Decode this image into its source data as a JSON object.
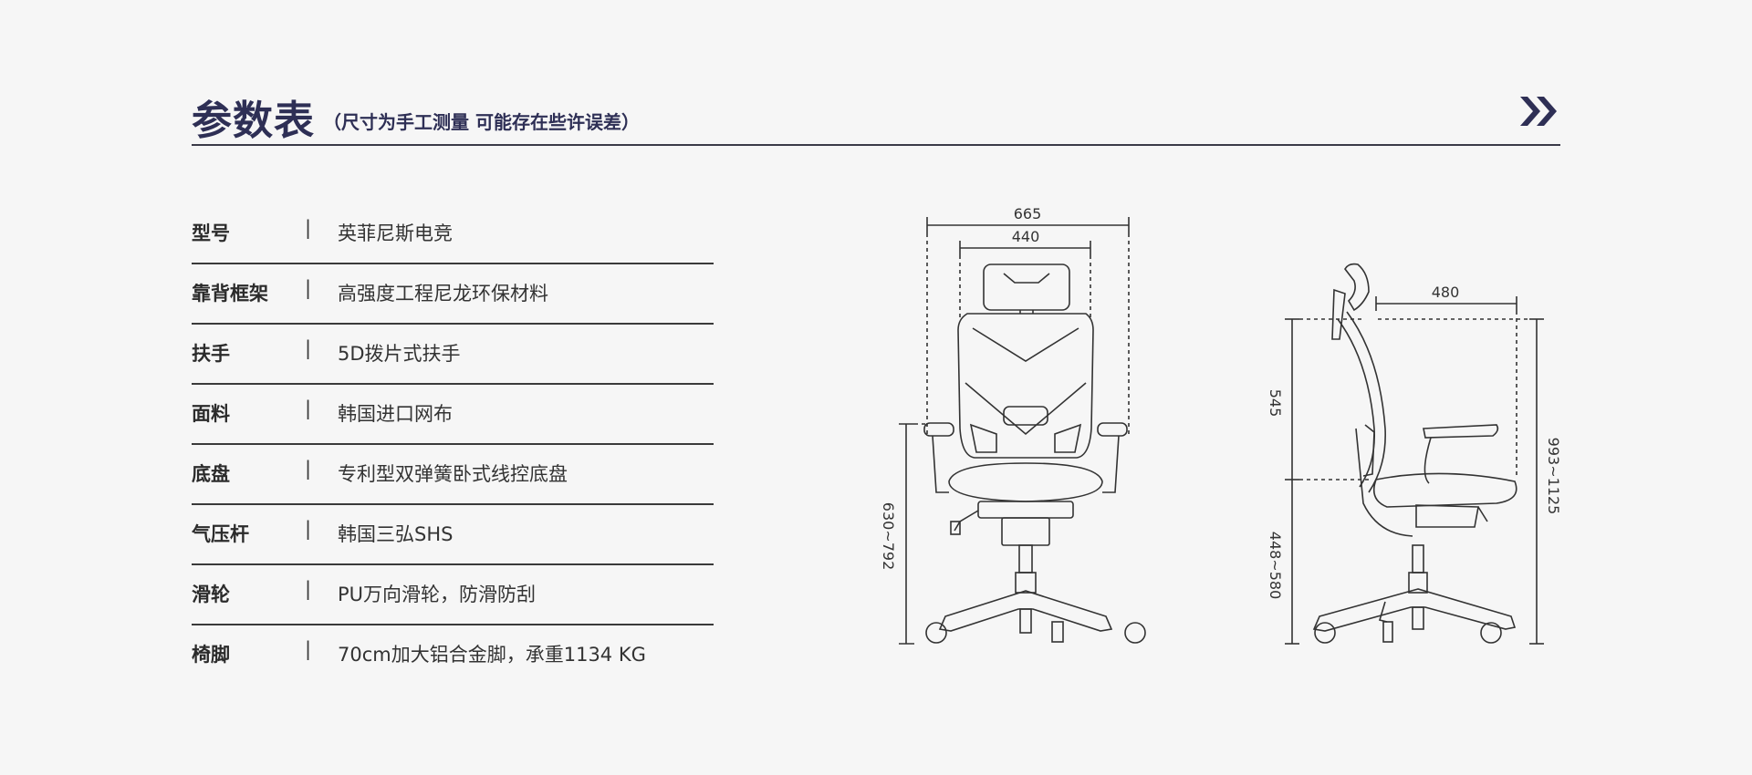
{
  "header": {
    "title": "参数表",
    "subtitle": "（尺寸为手工测量 可能存在些许误差）",
    "icon": "double-chevron-right-icon"
  },
  "specs": [
    {
      "label": "型号",
      "separator": "|",
      "value": "英菲尼斯电竞"
    },
    {
      "label": "靠背框架",
      "separator": "|",
      "value": "高强度工程尼龙环保材料"
    },
    {
      "label": "扶手",
      "separator": "|",
      "value": " 5D拨片式扶手"
    },
    {
      "label": "面料",
      "separator": "|",
      "value": "韩国进口网布"
    },
    {
      "label": "底盘",
      "separator": "|",
      "value": "专利型双弹簧卧式线控底盘"
    },
    {
      "label": "气压杆",
      "separator": "|",
      "value": "韩国三弘SHS"
    },
    {
      "label": "滑轮",
      "separator": "|",
      "value": "PU万向滑轮，防滑防刮"
    },
    {
      "label": "椅脚",
      "separator": "|",
      "value": "70cm加大铝合金脚，承重1134 KG"
    }
  ],
  "dimensions": {
    "front": {
      "overall_width": "665",
      "back_width": "440",
      "armrest_height": "630~792"
    },
    "side": {
      "depth": "480",
      "back_height": "545",
      "seat_height": "448~580",
      "total_height": "993~1125"
    }
  },
  "colors": {
    "accent": "#2e2f55",
    "line": "#3a3a3a",
    "background": "#f6f6f6"
  }
}
